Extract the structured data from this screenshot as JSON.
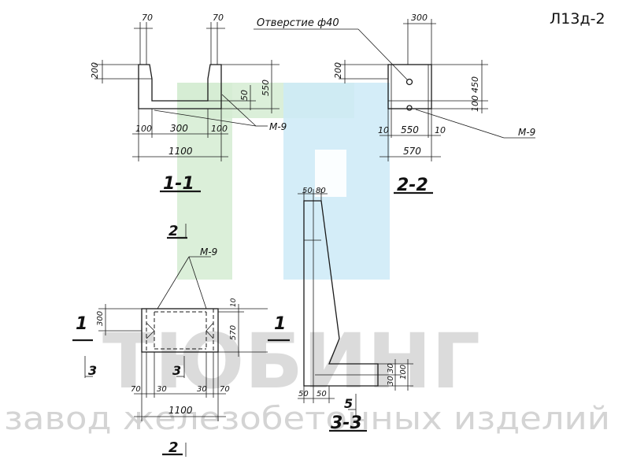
{
  "sheet_code": "Л13д-2",
  "sections": {
    "s1": "1-1",
    "s2": "2-2",
    "s3": "3-3"
  },
  "callouts": {
    "hole": "Отверстие ф40",
    "m9_a": "М-9",
    "m9_b": "М-9",
    "m9_c": "М-9"
  },
  "section_marks": {
    "mark_2_top": "2",
    "mark_1_left": "1",
    "mark_3_left": "3",
    "mark_3_mid": "3",
    "mark_1_right": "1",
    "mark_2_bottom": "2",
    "mark_5": "5"
  },
  "dims": {
    "s11_70_left": "70",
    "s11_70_right": "70",
    "s11_200": "200",
    "s11_550": "550",
    "s11_50": "50",
    "s11_100_left": "100",
    "s11_300": "300",
    "s11_100_right": "100",
    "s11_1100": "1100",
    "s22_300": "300",
    "s22_200": "200",
    "s22_450": "450",
    "s22_100": "100",
    "s22_10_left": "10",
    "s22_550": "550",
    "s22_10_right": "10",
    "s22_570": "570",
    "s33_50_top": "50",
    "s33_80": "80",
    "s33_30_a": "30",
    "s33_30_b": "30",
    "s33_100": "100",
    "s33_50_bl": "50",
    "s33_50_br": "50",
    "plan_300": "300",
    "plan_10": "10",
    "plan_570": "570",
    "plan_70_left": "70",
    "plan_30_left": "30",
    "plan_30_right": "30",
    "plan_70_right": "70",
    "plan_1100": "1100"
  },
  "watermark": {
    "brand": "ТЮБИНГ",
    "tagline": "завод железобетонных изделий",
    "colors": {
      "green": "#d5ecd2",
      "blue": "#cdeaf7",
      "gray": "#cfcfcf"
    }
  }
}
